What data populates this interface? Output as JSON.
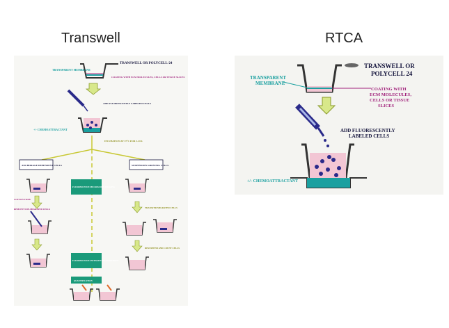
{
  "panels": {
    "left_title": "Transwell",
    "right_title": "RTCA"
  },
  "left_diagram": {
    "top_label": "TRANSWELL OR POLYCELL-24",
    "membrane_label": "TRANSPARENT MEMBRANE",
    "coating_label": "COATING WITH ECM MOLECULES, CELLS OR TISSUE SLICES",
    "add_cells_label": "ADD FLUORESCENTLY LABELED CELLS",
    "chemo_label": "+/- CHEMOATTRACTANT",
    "incubation_label": "INCUBATION AT 37°C FOR 2-24 h",
    "anchorage_label": "ANCHORAGE DEPENDENT CELLS",
    "suspension_label": "SUSPENSION GROWING CELLS",
    "cotton_label": "COTTON SWAB",
    "remove_label": "REMOVE NON-MIGRATED CELLS",
    "center_box_1": "FLUORESCENCE MICROSCOPY IMAGING",
    "center_box_2": "FLUORESCENCE INTENSITY MEASUREMENT",
    "center_box_3": "QUANTIFICATION",
    "right_step_1": "TRANSFER MIGRATED CELLS",
    "right_step_2": "RESUSPEND AND COUNT CELLS"
  },
  "right_diagram": {
    "top_label_1": "TRANSWELL OR",
    "top_label_2": "POLYCELL 24",
    "membrane_label_1": "TRANSPARENT",
    "membrane_label_2": "MEMBRANE",
    "coating_label_1": "COATING WITH",
    "coating_label_2": "ECM MOLECULES,",
    "coating_label_3": "CELLS OR TISSUE",
    "coating_label_4": "SLICES",
    "add_cells_label_1": "ADD FLUORESCENTLY",
    "add_cells_label_2": "LABELED CELLS",
    "chemo_label": "+/- CHEMOATTRACTANT"
  },
  "colors": {
    "well_fill": "#f2c6d4",
    "cells": "#2a2a8a",
    "membrane": "#1aa0a0",
    "arrow_fill": "#d8e88a",
    "center_box": "#1a9a7a",
    "flow_line": "#c8c832"
  }
}
